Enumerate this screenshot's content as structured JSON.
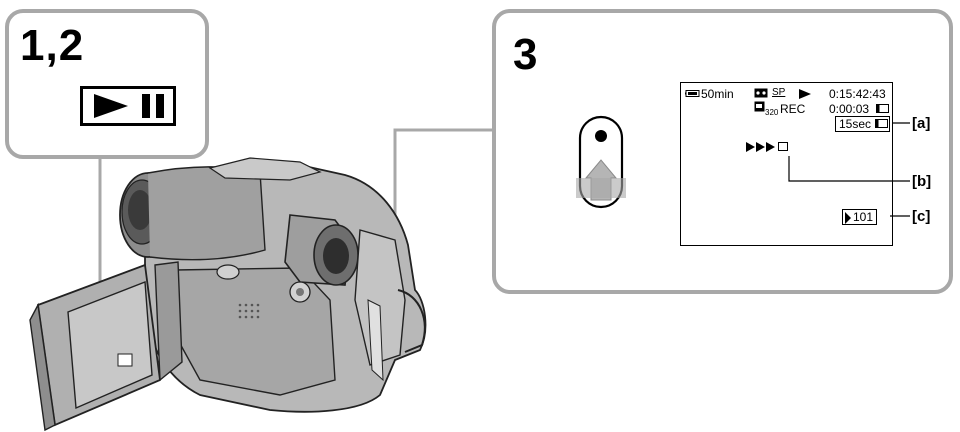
{
  "left_panel": {
    "step": "1,2"
  },
  "right_panel": {
    "step": "3",
    "display": {
      "battery": "50min",
      "tape_mode": "SP",
      "resolution": "320",
      "rec": "REC",
      "counter": "0:15:42:43",
      "rec_time": "0:00:03",
      "rec_interval": "15sec",
      "file_number": "101"
    },
    "callouts": {
      "a": "[a]",
      "b": "[b]",
      "c": "[c]"
    }
  }
}
